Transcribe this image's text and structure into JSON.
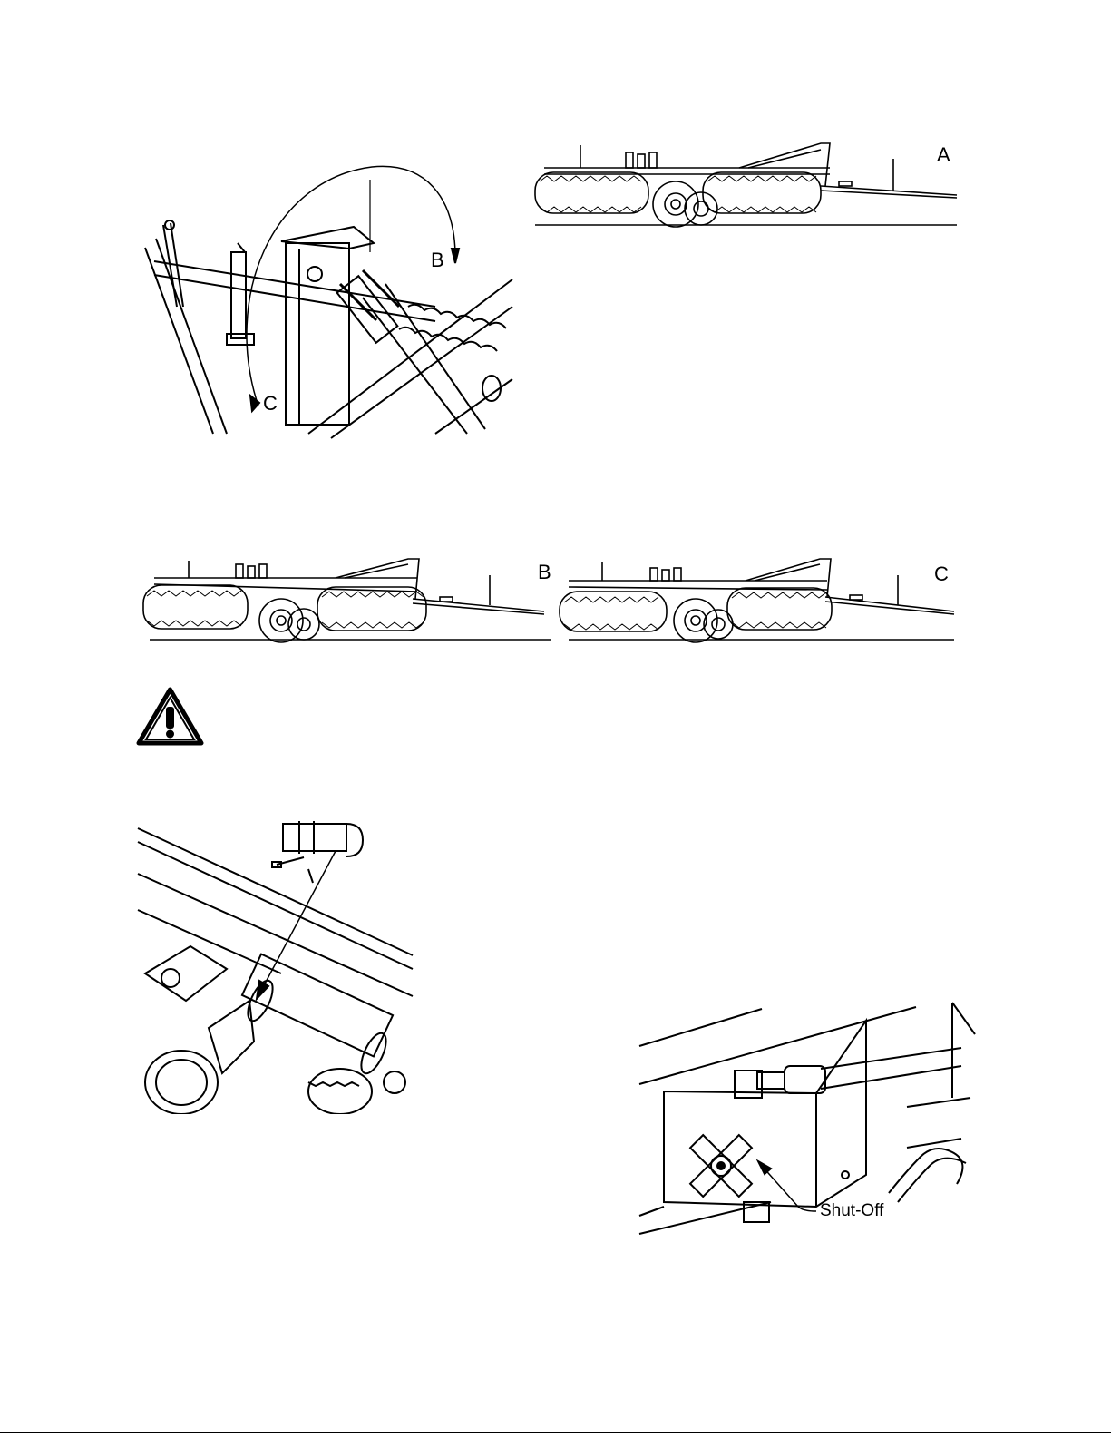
{
  "figures": {
    "lift_detail": {
      "arrow_b_label": "B",
      "arrow_c_label": "C"
    },
    "position_a": {
      "label": "A"
    },
    "position_b": {
      "label": "B"
    },
    "position_c": {
      "label": "C"
    },
    "warning": {
      "icon": "warning-triangle-icon"
    },
    "lock_install": {},
    "shutoff_valve": {
      "callout": "Shut-Off"
    }
  }
}
